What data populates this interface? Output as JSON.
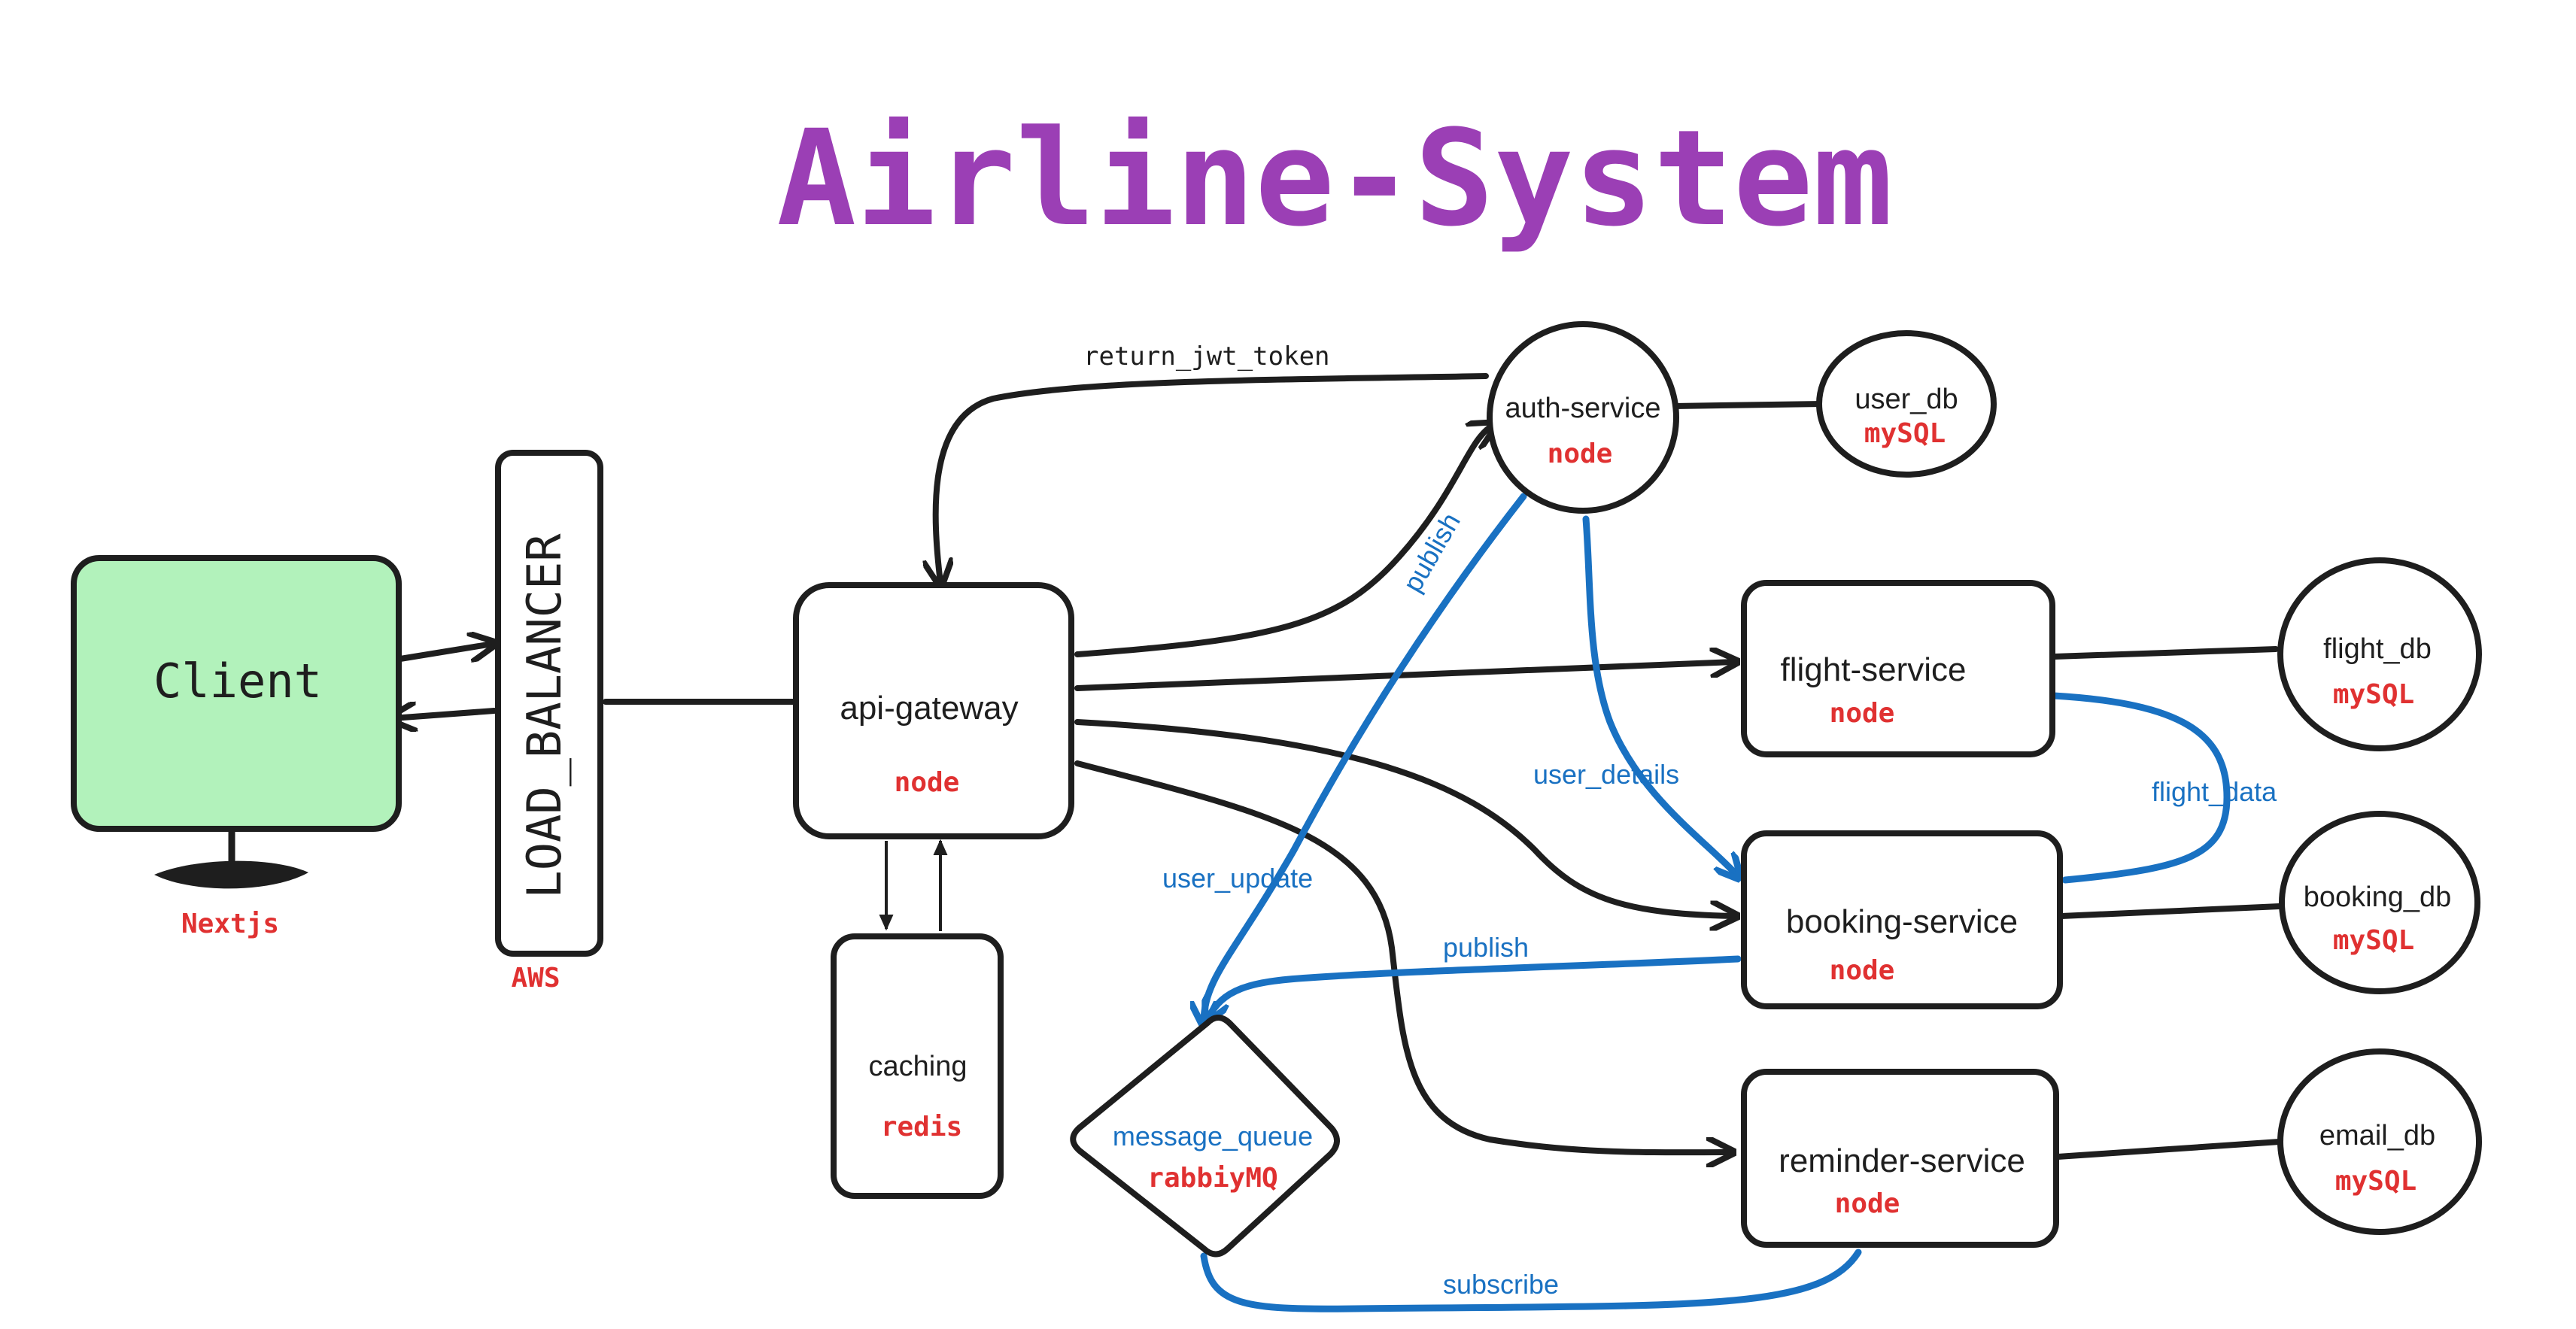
{
  "title": "Airline-System",
  "colors": {
    "title": "#9b3fb5",
    "client_fill": "#b2f2bb",
    "tech_text": "#e03131",
    "blue_flow": "#1971c2",
    "stroke": "#1e1e1e"
  },
  "nodes": {
    "client": {
      "label": "Client",
      "tech": "Nextjs"
    },
    "load_balancer": {
      "label": "LOAD_BALANCER",
      "tech": "AWS"
    },
    "api_gateway": {
      "label": "api-gateway",
      "tech": "node"
    },
    "caching": {
      "label": "caching",
      "tech": "redis"
    },
    "auth_service": {
      "label": "auth-service",
      "tech": "node"
    },
    "user_db": {
      "label": "user_db",
      "tech": "mySQL"
    },
    "flight_service": {
      "label": "flight-service",
      "tech": "node"
    },
    "flight_db": {
      "label": "flight_db",
      "tech": "mySQL"
    },
    "booking_service": {
      "label": "booking-service",
      "tech": "node"
    },
    "booking_db": {
      "label": "booking_db",
      "tech": "mySQL"
    },
    "reminder_service": {
      "label": "reminder-service",
      "tech": "node"
    },
    "email_db": {
      "label": "email_db",
      "tech": "mySQL"
    },
    "message_queue": {
      "label": "message_queue",
      "tech": "rabbiyMQ"
    }
  },
  "edges": {
    "return_jwt_token": "return_jwt_token",
    "publish_auth": "publish",
    "user_update": "user_update",
    "user_details": "user_details",
    "flight_data": "flight_data",
    "publish_booking": "publish",
    "subscribe": "subscribe"
  }
}
